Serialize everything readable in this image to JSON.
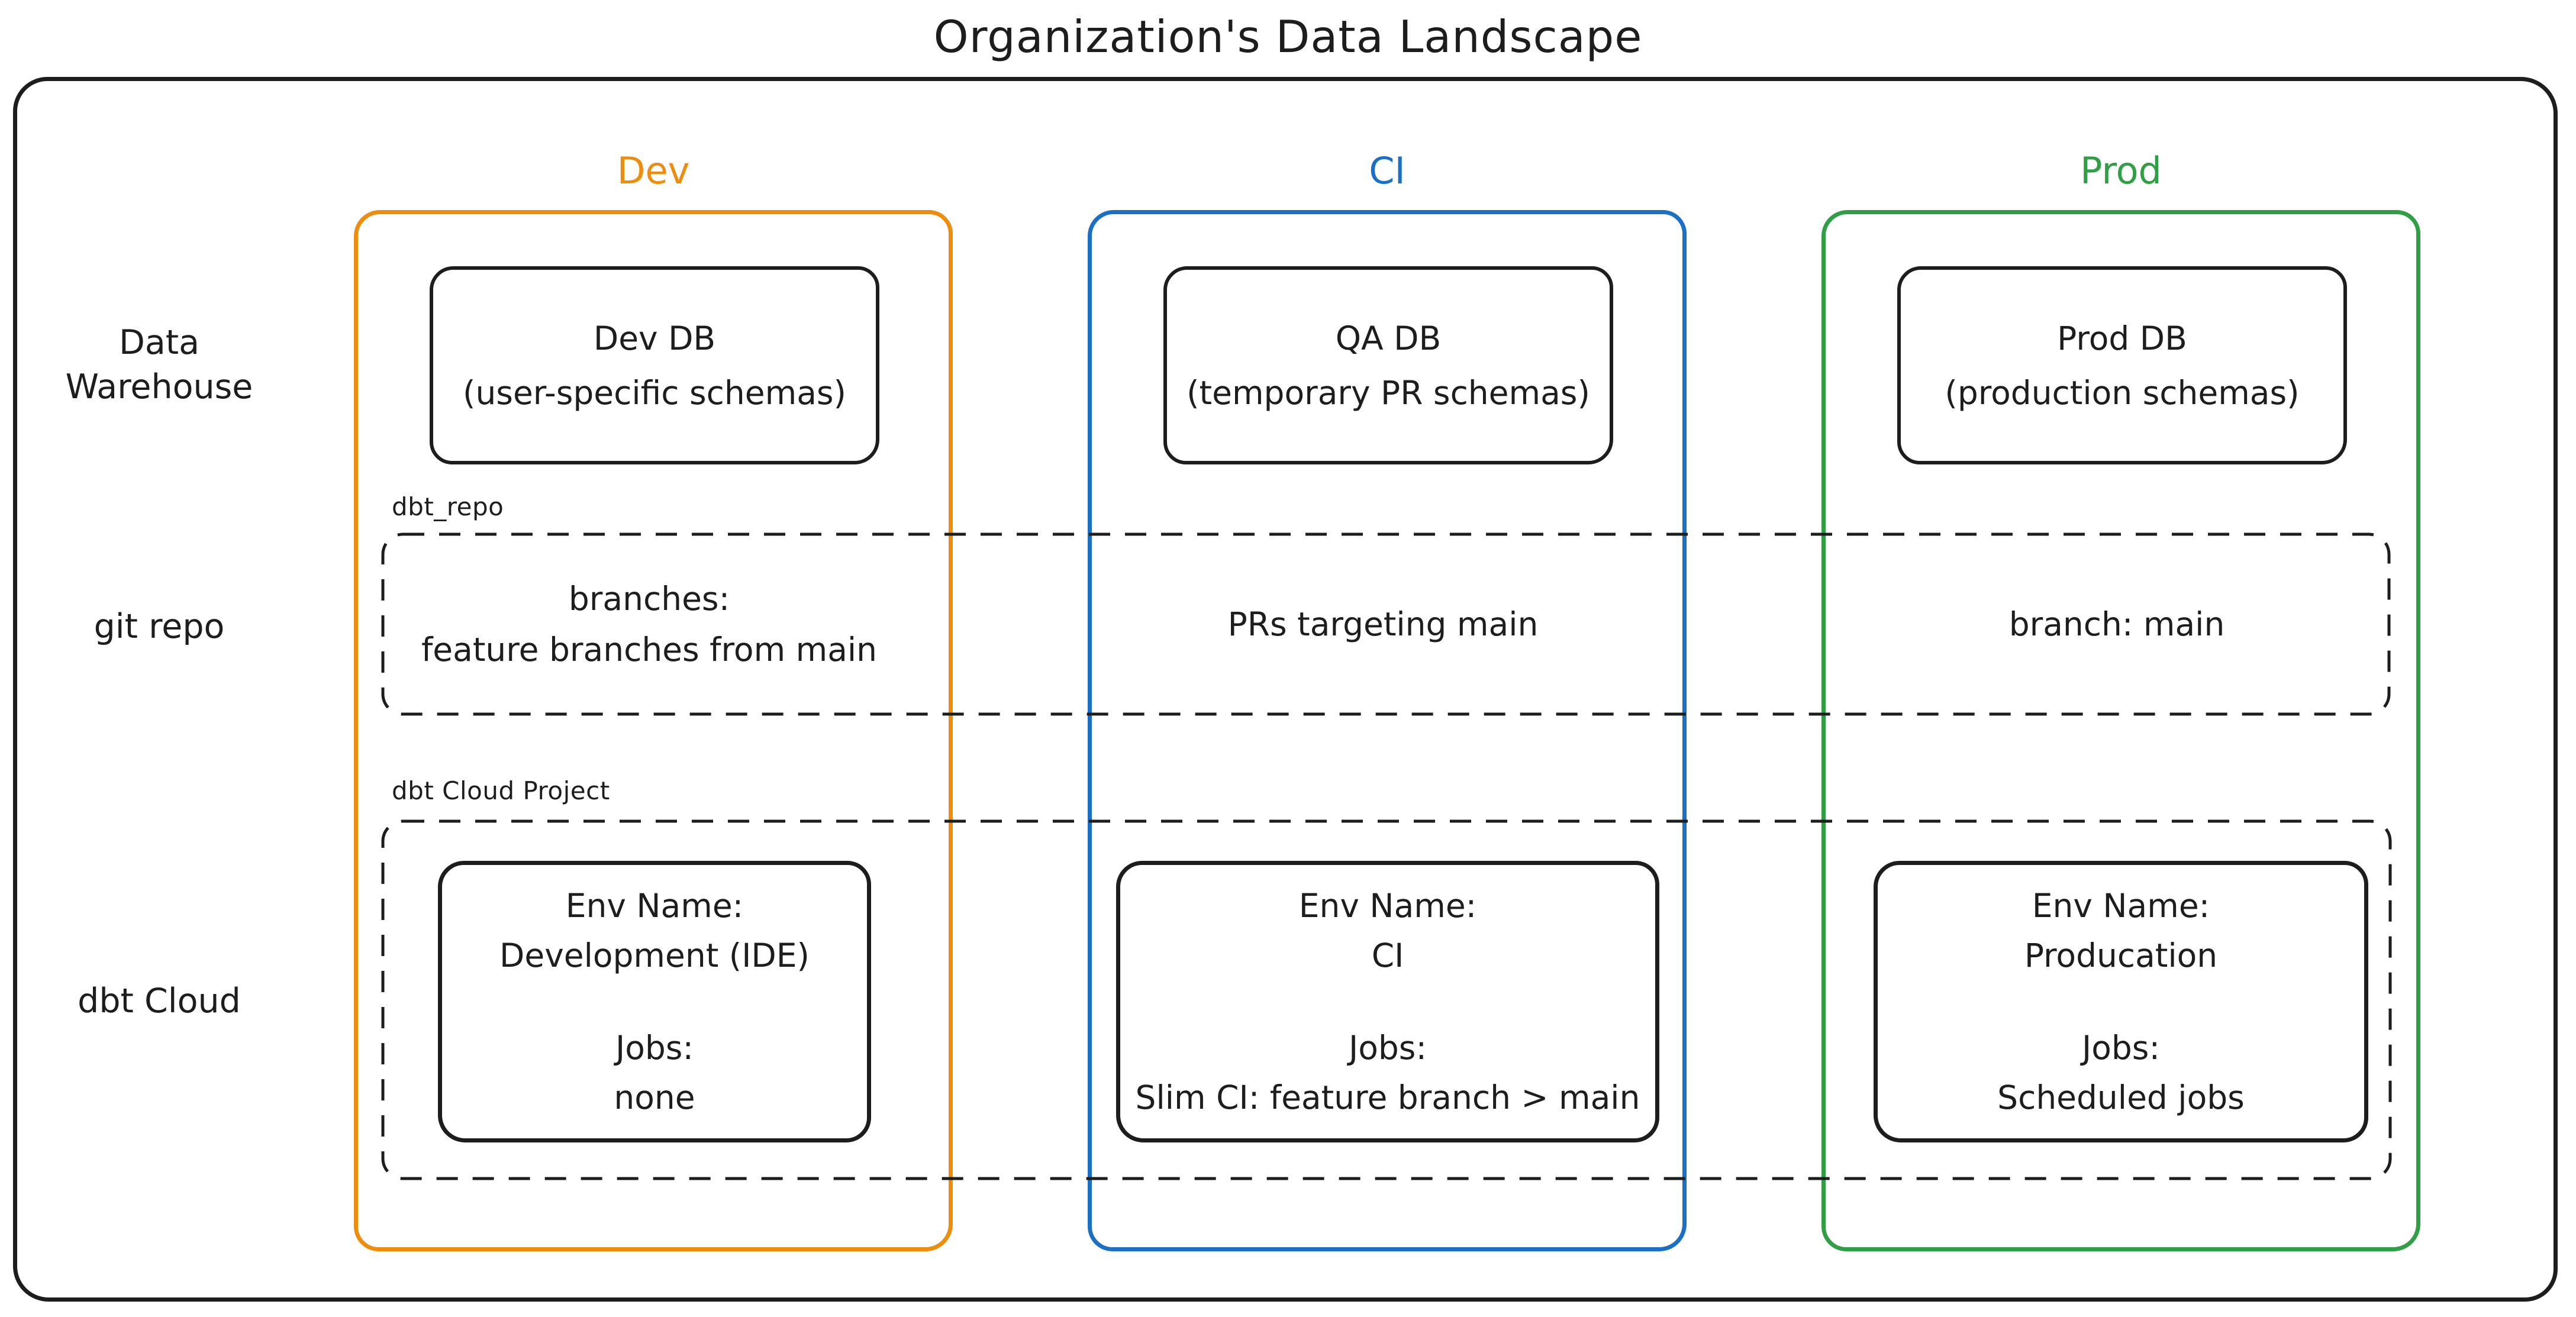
{
  "title": "Organization's Data Landscape",
  "colors": {
    "dev_accent": "#EE8D0D",
    "ci_accent": "#1B70C5",
    "prod_accent": "#2F9E44",
    "ink": "#1d1d1d"
  },
  "row_labels": {
    "warehouse": {
      "line1": "Data",
      "line2": "Warehouse"
    },
    "git_repo": {
      "line1": "git repo"
    },
    "dbt_cloud": {
      "line1": "dbt Cloud"
    }
  },
  "columns": [
    {
      "id": "dev",
      "header": "Dev",
      "db": {
        "name": "Dev DB",
        "subtitle": "(user-specific schemas)"
      }
    },
    {
      "id": "ci",
      "header": "CI",
      "db": {
        "name": "QA DB",
        "subtitle": "(temporary PR schemas)"
      }
    },
    {
      "id": "prod",
      "header": "Prod",
      "db": {
        "name": "Prod DB",
        "subtitle": "(production schemas)"
      }
    }
  ],
  "git_band": {
    "label": "dbt_repo",
    "cells": [
      {
        "line1": "branches:",
        "line2": "feature branches from main"
      },
      {
        "line1": "PRs targeting main",
        "line2": ""
      },
      {
        "line1": "branch: main",
        "line2": ""
      }
    ]
  },
  "cloud_band": {
    "label": "dbt Cloud Project",
    "cells": [
      {
        "env_label": "Env Name:",
        "env_name": "Development (IDE)",
        "jobs_label": "Jobs:",
        "jobs": "none"
      },
      {
        "env_label": "Env Name:",
        "env_name": "CI",
        "jobs_label": "Jobs:",
        "jobs": "Slim CI: feature branch > main"
      },
      {
        "env_label": "Env Name:",
        "env_name": "Producation",
        "jobs_label": "Jobs:",
        "jobs": "Scheduled jobs"
      }
    ]
  }
}
